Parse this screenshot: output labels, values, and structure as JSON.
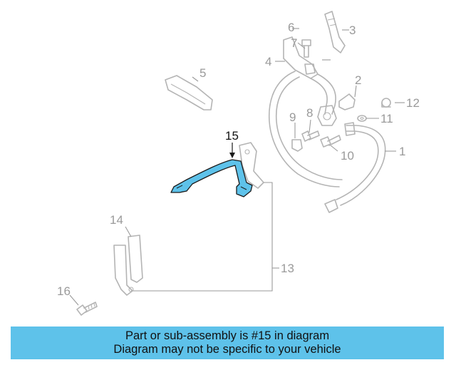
{
  "diagram": {
    "callouts": [
      {
        "id": "c1",
        "text": "1"
      },
      {
        "id": "c2",
        "text": "2"
      },
      {
        "id": "c3",
        "text": "3"
      },
      {
        "id": "c4",
        "text": "4"
      },
      {
        "id": "c5",
        "text": "5"
      },
      {
        "id": "c6",
        "text": "6"
      },
      {
        "id": "c7",
        "text": "7"
      },
      {
        "id": "c8",
        "text": "8"
      },
      {
        "id": "c9",
        "text": "9"
      },
      {
        "id": "c10",
        "text": "10"
      },
      {
        "id": "c11",
        "text": "11"
      },
      {
        "id": "c12",
        "text": "12"
      },
      {
        "id": "c13",
        "text": "13"
      },
      {
        "id": "c14",
        "text": "14"
      },
      {
        "id": "c15",
        "text": "15"
      },
      {
        "id": "c16",
        "text": "16"
      }
    ],
    "highlighted_part": "15",
    "colors": {
      "highlight": "#5ec2ea",
      "parts": "#b4b4b4",
      "labels": "#9a9a9a"
    }
  },
  "banner": {
    "line1": "Part or sub-assembly is #15 in diagram",
    "line2": "Diagram may not be specific to your vehicle"
  }
}
